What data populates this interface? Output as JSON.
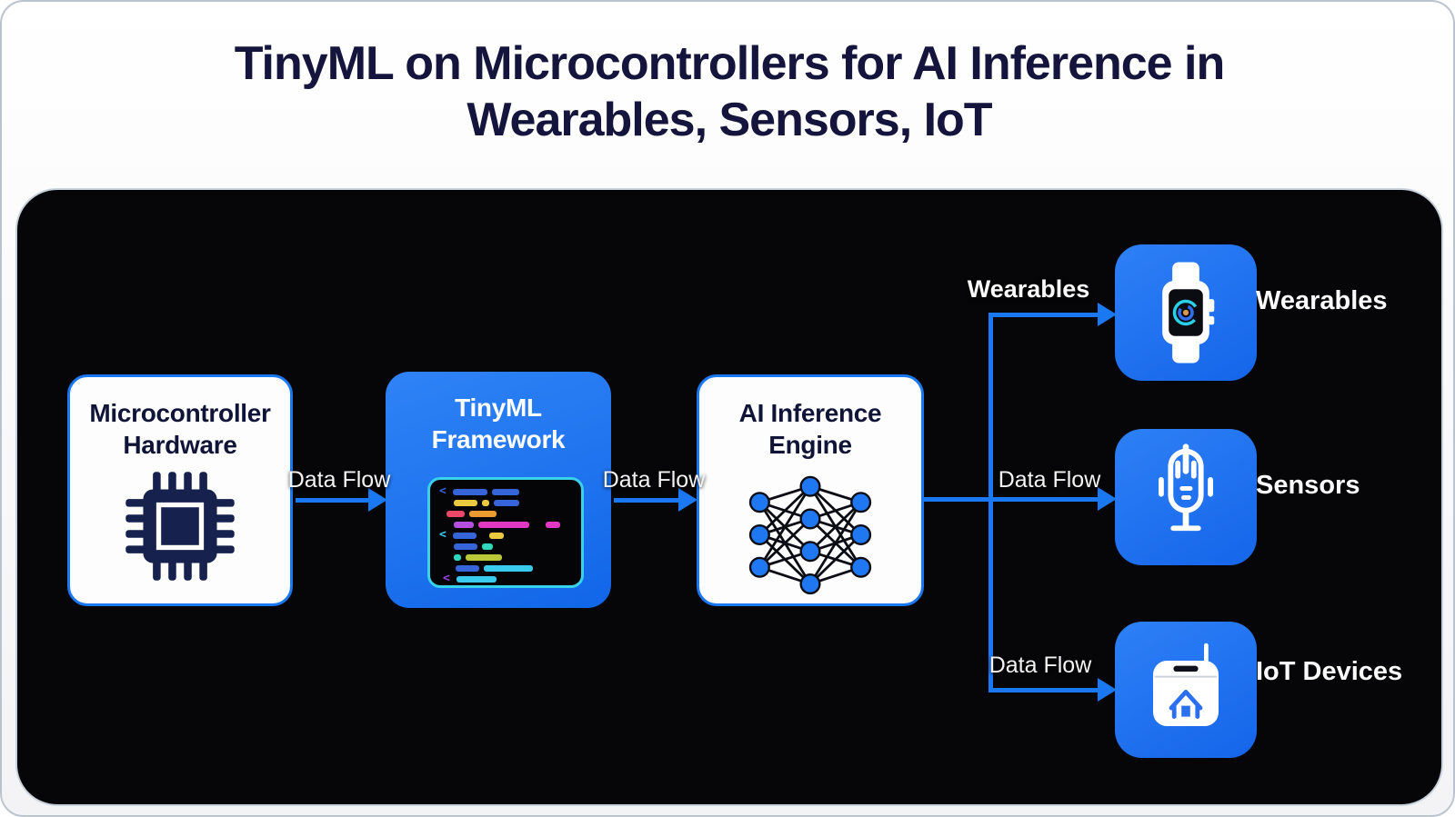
{
  "header": {
    "title_lines": [
      "TinyML on Microcontrollers for AI Inference in",
      "Wearables, Sensors, IoT"
    ]
  },
  "nodes": [
    {
      "id": "microcontroller-hardware",
      "label_lines": [
        "Microcontroller",
        "Hardware"
      ],
      "style": "white",
      "icon": "chip-icon"
    },
    {
      "id": "tinyml-framework",
      "label_lines": [
        "TinyML",
        "Framework"
      ],
      "style": "blue",
      "icon": "code-editor-icon"
    },
    {
      "id": "ai-inference-engine",
      "label_lines": [
        "AI Inference",
        "Engine"
      ],
      "style": "white",
      "icon": "neural-network-icon"
    }
  ],
  "flow_labels": {
    "arrow1": "Data Flow",
    "arrow2": "Data Flow",
    "branch_top": "Wearables",
    "branch_middle": "Data Flow",
    "branch_bottom": "Data Flow"
  },
  "outputs": [
    {
      "label": "Wearables",
      "icon": "smartwatch-icon"
    },
    {
      "label": "Sensors",
      "icon": "microphone-icon"
    },
    {
      "label": "IoT Devices",
      "icon": "smart-home-device-icon"
    }
  ],
  "colors": {
    "accent_blue": "#1b78f3",
    "panel_bg": "#060608",
    "title_text": "#14143c",
    "node_text_dark": "#101538",
    "tile_blue_start": "#2e80f6",
    "tile_blue_end": "#1565ea",
    "editor_border": "#38d2ea"
  },
  "code_editor": {
    "lines": [
      {
        "indent": 0,
        "glyph": "#3565d8",
        "bars": [
          [
            "#3565d8",
            38
          ],
          [
            "#3565d8",
            30
          ]
        ]
      },
      {
        "indent": 16,
        "bars": [
          [
            "#ecc93f",
            26
          ],
          [
            "#ecc93f",
            8
          ],
          [
            "#3565d8",
            28
          ]
        ]
      },
      {
        "indent": 8,
        "bars": [
          [
            "#ee4868",
            20
          ],
          [
            "#ec9a31",
            30
          ]
        ]
      },
      {
        "indent": 16,
        "bars": [
          [
            "#b44fe0",
            22
          ],
          [
            "#e239c4",
            56
          ],
          [
            "",
            8
          ],
          [
            "#e239c4",
            16
          ]
        ]
      },
      {
        "indent": 0,
        "glyph": "#38cbee",
        "bars": [
          [
            "#3565d8",
            26
          ],
          [
            "",
            4
          ],
          [
            "#ecc93f",
            16
          ]
        ]
      },
      {
        "indent": 16,
        "bars": [
          [
            "#3565d8",
            26
          ],
          [
            "#2fd8ba",
            12
          ]
        ]
      },
      {
        "indent": 16,
        "bars": [
          [
            "#2fd8ba",
            8
          ],
          [
            "#b9c838",
            40
          ]
        ]
      },
      {
        "indent": 18,
        "bars": [
          [
            "#3565d8",
            26
          ],
          [
            "#38cbee",
            54
          ]
        ]
      },
      {
        "indent": 4,
        "glyph": "#9a42e0",
        "bars": [
          [
            "#38cbee",
            44
          ]
        ]
      }
    ]
  }
}
